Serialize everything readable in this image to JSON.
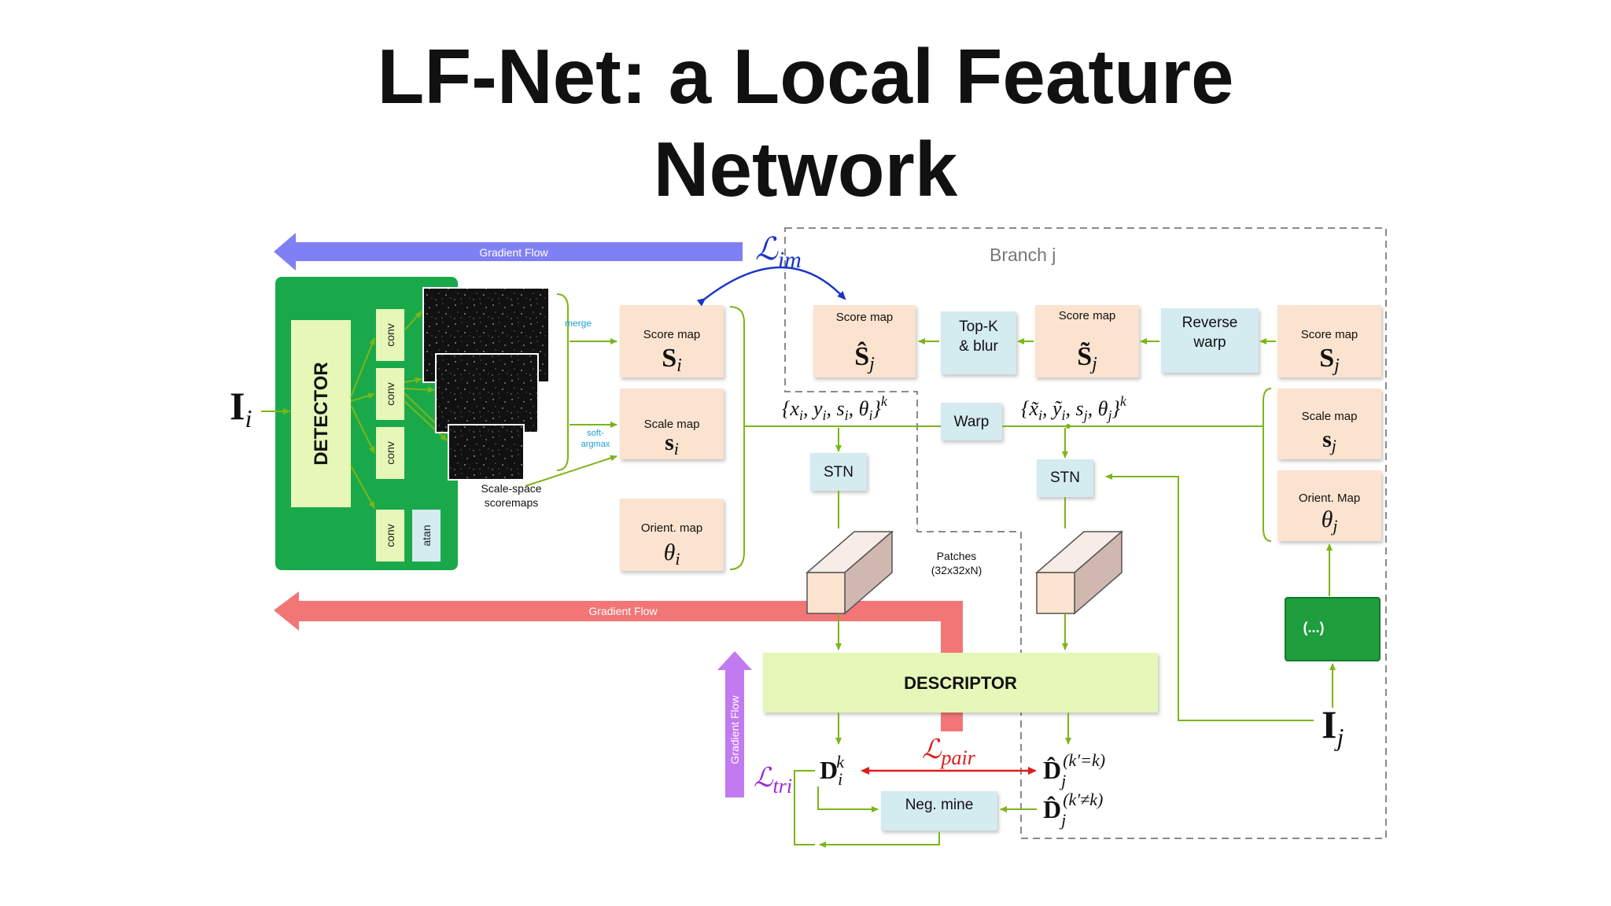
{
  "title_line1": "LF-Net: a Local Feature",
  "title_line2": "Network",
  "branch": "Branch j",
  "gradient_flow": "Gradient Flow",
  "input_i": "I",
  "input_i_sub": "i",
  "input_j": "I",
  "input_j_sub": "j",
  "detector": "DETECTOR",
  "conv": "conv",
  "atan": "atan",
  "merge": "merge",
  "softargmax_1": "soft-",
  "softargmax_2": "argmax",
  "scale_space_1": "Scale-space",
  "scale_space_2": "scoremaps",
  "score_map": "Score map",
  "scale_map": "Scale map",
  "orient_map_i": "Orient. map",
  "orient_map_j": "Orient. Map",
  "topk_1": "Top-K",
  "topk_2": "& blur",
  "reverse_1": "Reverse",
  "reverse_2": "warp",
  "warp": "Warp",
  "stn": "STN",
  "patches_1": "Patches",
  "patches_2": "(32x32xN)",
  "descriptor": "DESCRIPTOR",
  "neg_mine": "Neg. mine",
  "ellipsis": "(...)",
  "loss_im_sub": "im",
  "loss_pair_sub": "pair",
  "loss_tri_sub": "tri",
  "sym": {
    "S": "S",
    "s": "s",
    "theta": "θ",
    "i": "i",
    "j": "j",
    "k": "k",
    "D": "D",
    "L": "ℒ",
    "kp_i": "{x",
    "kp_j": "{x̃",
    "kprime_eq": "(k′=k)",
    "kprime_neq": "(k′≠k)"
  },
  "colors": {
    "green_line": "#7cb518",
    "detector_bg": "#1aa94a",
    "light_green": "#e6f7b8",
    "peach": "#fbe3cf",
    "light_blue": "#d4ebf0",
    "dark_green": "#1e9e3c",
    "blue_arrow": "#8080f5",
    "red_arrow": "#f27676",
    "purple_arrow": "#c27af0",
    "loss_blue": "#1a35c8",
    "loss_red": "#e01b1b",
    "loss_purple": "#9a2bd6",
    "cyan_text": "#1aa0d8"
  }
}
